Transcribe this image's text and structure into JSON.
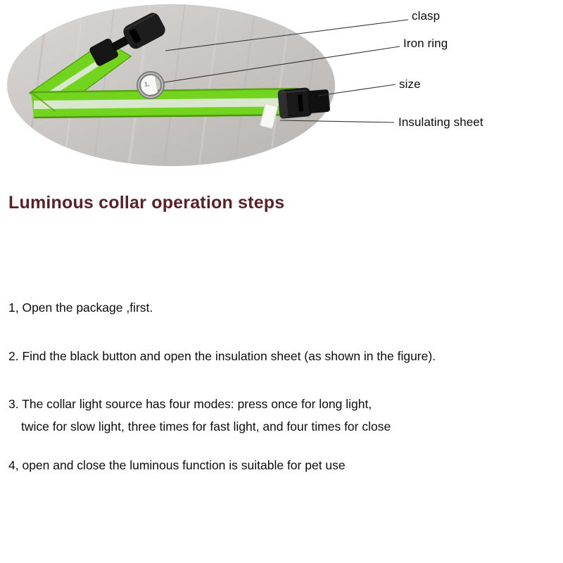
{
  "diagram": {
    "labels": {
      "clasp": "clasp",
      "iron_ring": "Iron ring",
      "size": "size",
      "insulating_sheet": "Insulating sheet"
    },
    "ring_tag": "1,",
    "colors": {
      "collar_green": "#72d41c",
      "collar_green_dark": "#55a60f",
      "reflective_stripe": "#d8e7cd",
      "hardware_black": "#1a1a1a",
      "metal_ring": "#8f8f8f",
      "wood_light": "#d7d5d3",
      "wood_dark": "#b8b5b3",
      "leader_line": "#333333"
    }
  },
  "heading": {
    "text": "Luminous collar operation steps",
    "color": "#5c2126"
  },
  "steps": [
    {
      "text": "1, Open the package ,first."
    },
    {
      "text": "2. Find the black button and open the insulation sheet (as shown in the figure)."
    },
    {
      "line1": "3. The collar light source has four modes: press once for long light,",
      "line2": "twice for slow light, three times for fast light, and four times for close"
    },
    {
      "text": "4, open and close the luminous function is suitable for pet use"
    }
  ]
}
